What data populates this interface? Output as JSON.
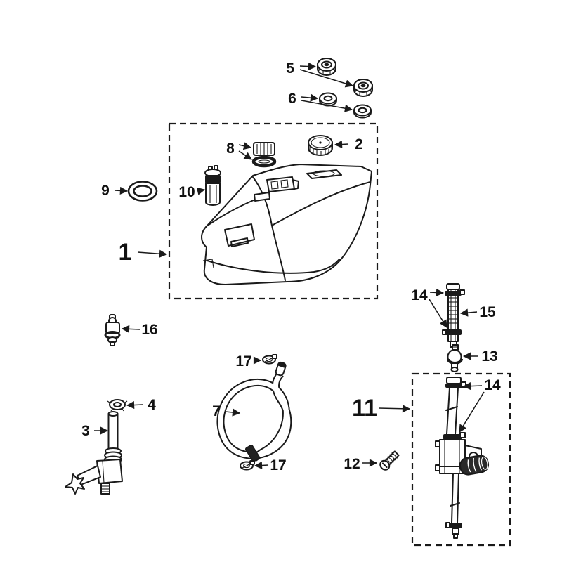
{
  "diagram": {
    "type": "exploded-parts-diagram",
    "subject": "fuel tank and fuel tap assembly",
    "colors": {
      "ink": "#1a1a1a",
      "paper": "#ffffff"
    },
    "callouts": {
      "c1": {
        "label": "1"
      },
      "c2": {
        "label": "2"
      },
      "c3": {
        "label": "3"
      },
      "c4": {
        "label": "4"
      },
      "c5": {
        "label": "5"
      },
      "c6": {
        "label": "6"
      },
      "c7": {
        "label": "7"
      },
      "c8": {
        "label": "8"
      },
      "c9": {
        "label": "9"
      },
      "c10": {
        "label": "10"
      },
      "c11": {
        "label": "11"
      },
      "c12": {
        "label": "12"
      },
      "c13": {
        "label": "13"
      },
      "c14_top": {
        "label": "14"
      },
      "c14_box": {
        "label": "14"
      },
      "c15": {
        "label": "15"
      },
      "c16": {
        "label": "16"
      },
      "c17_top": {
        "label": "17"
      },
      "c17_bottom": {
        "label": "17"
      }
    }
  }
}
